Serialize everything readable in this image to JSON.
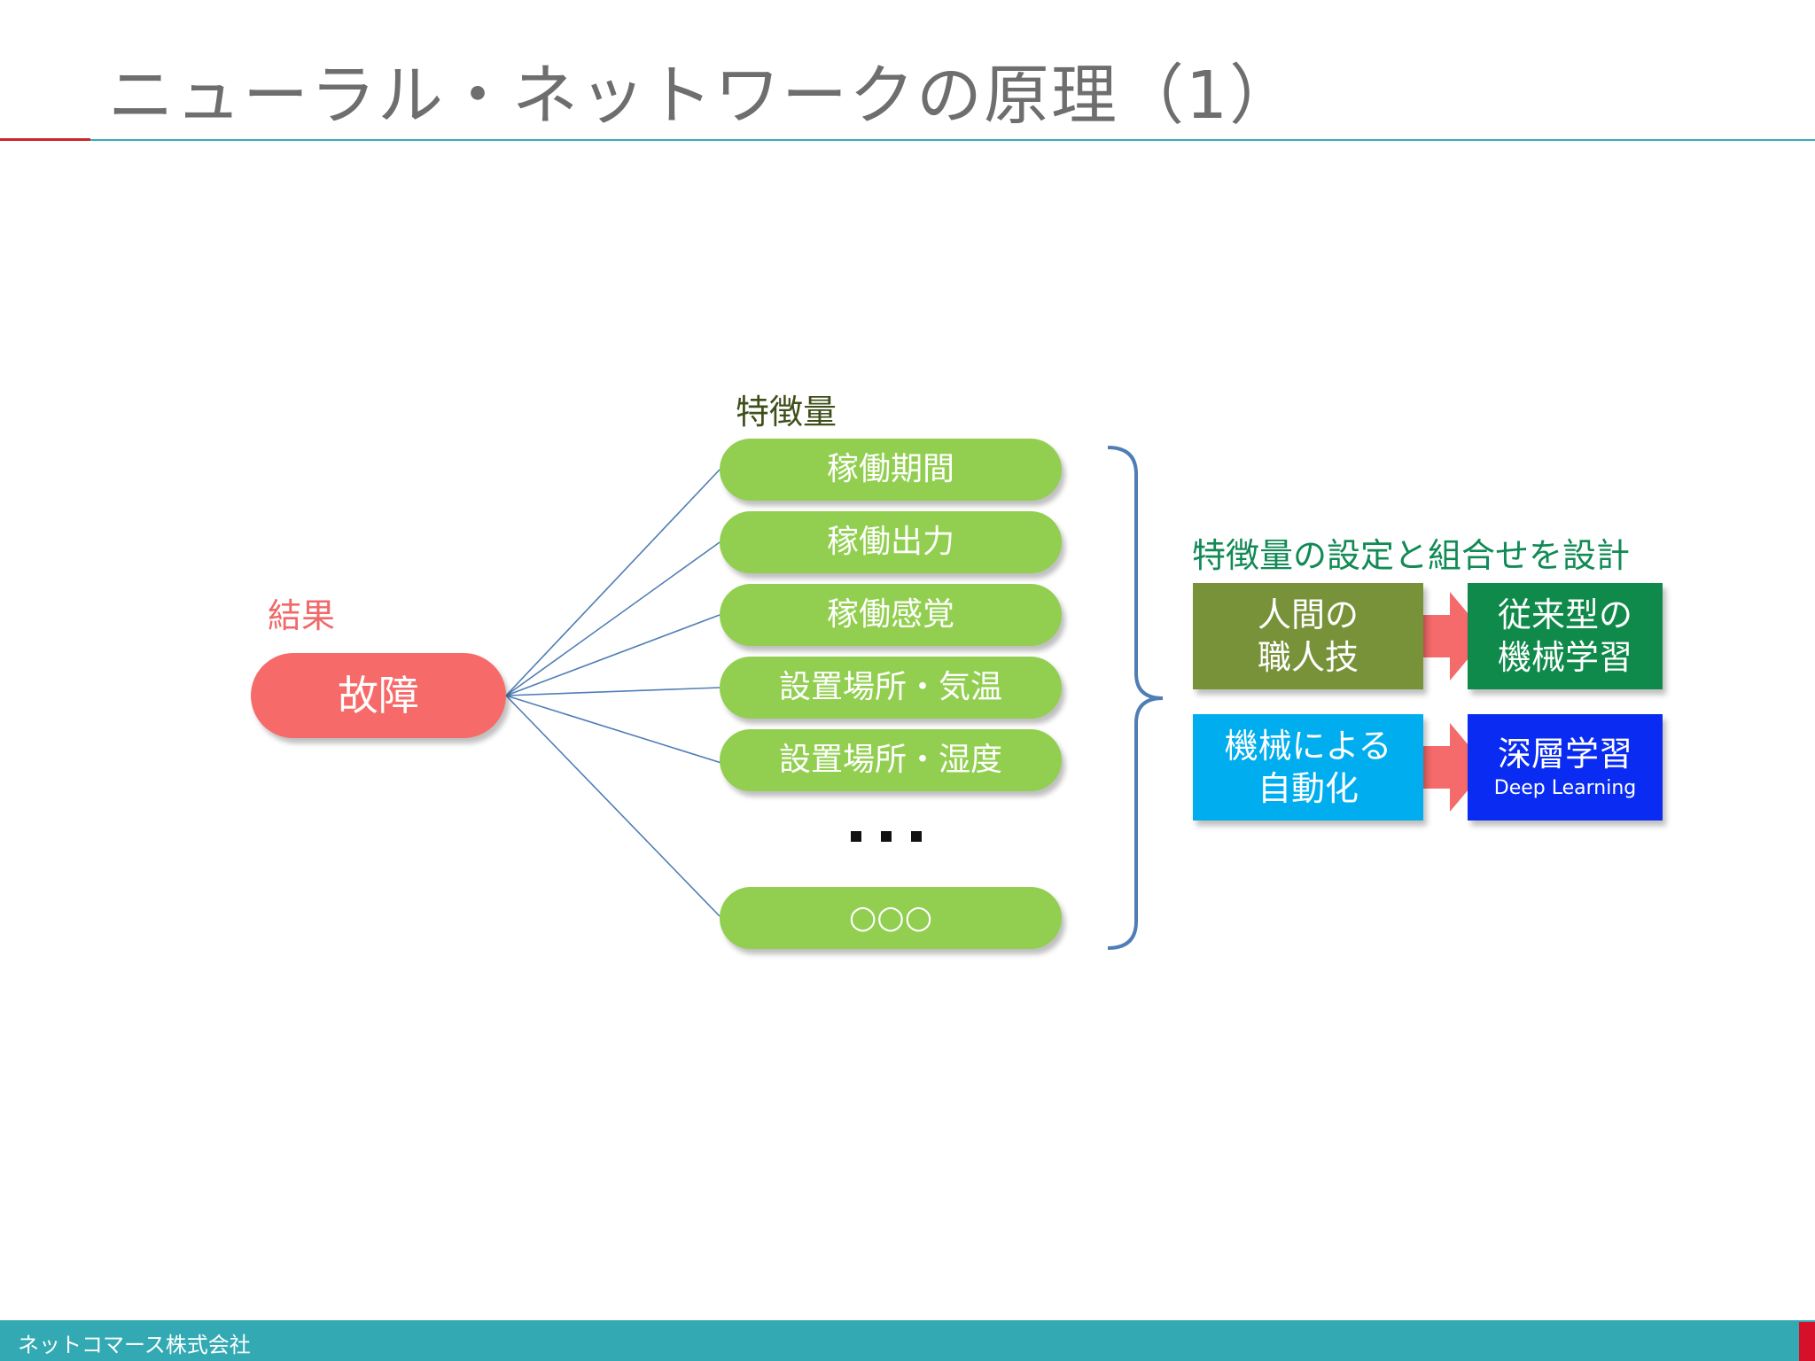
{
  "slide": {
    "title": "ニューラル・ネットワークの原理（1）",
    "footer_company": "ネットコマース株式会社"
  },
  "diagram": {
    "result_label": "結果",
    "result_value": "故障",
    "features_label": "特徴量",
    "features": [
      "稼働期間",
      "稼働出力",
      "稼働感覚",
      "設置場所・気温",
      "設置場所・湿度",
      "○○○"
    ],
    "design_heading": "特徴量の設定と組合せを設計",
    "human_skill": [
      "人間の",
      "職人技"
    ],
    "conventional_ml": [
      "従来型の",
      "機械学習"
    ],
    "machine_auto": [
      "機械による",
      "自動化"
    ],
    "deep_learning": "深層学習",
    "deep_learning_en": "Deep Learning"
  },
  "colors": {
    "fault": "#f76a6a",
    "feature": "#92cf50",
    "bracket": "#4f7db5",
    "arrow": "#f56a6a",
    "human": "#789239",
    "ml": "#0f8a4a",
    "auto": "#00aeef",
    "dl": "#0a2bf2"
  }
}
